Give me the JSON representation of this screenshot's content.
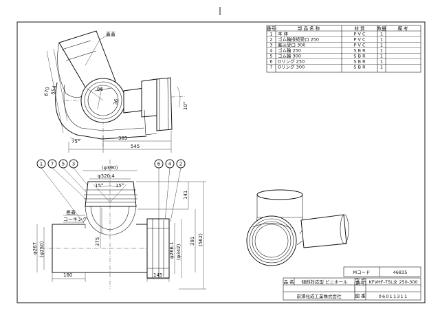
{
  "parts_table": {
    "headers": [
      "番号",
      "部 品 名 称",
      "材 質",
      "数量",
      "備 考"
    ],
    "rows": [
      {
        "no": "1",
        "name": "本 体",
        "material": "P V C",
        "qty": "1",
        "note": ""
      },
      {
        "no": "2",
        "name": "ゴム輪接続受口 250",
        "material": "P V C",
        "qty": "1",
        "note": ""
      },
      {
        "no": "3",
        "name": "差込受口 300",
        "material": "P V C",
        "qty": "1",
        "note": ""
      },
      {
        "no": "4",
        "name": "ゴム輪 250",
        "material": "S B R",
        "qty": "1",
        "note": ""
      },
      {
        "no": "5",
        "name": "ゴム輪 300",
        "material": "S B R",
        "qty": "1",
        "note": ""
      },
      {
        "no": "6",
        "name": "Oリング 250",
        "material": "S B R",
        "qty": "1",
        "note": ""
      },
      {
        "no": "7",
        "name": "Oリング 300",
        "material": "S B R",
        "qty": "1",
        "note": ""
      }
    ]
  },
  "side_view": {
    "label_cap": "蓋蓋",
    "dim_670": "670",
    "dim_554": "554",
    "dim_86": "86",
    "dim_36": "36",
    "dim_10deg": "10°",
    "dim_75deg": "75°",
    "dim_385": "385",
    "dim_545": "545"
  },
  "front_view": {
    "callouts": [
      "1",
      "7",
      "5",
      "3",
      "6",
      "4",
      "2"
    ],
    "dim_390": "(φ390)",
    "dim_3204": "φ320.4",
    "dim_15a": "15°",
    "dim_15b": "15°",
    "label_insert": "差蓋",
    "label_caulk": "コーキング",
    "dim_141": "141",
    "dim_391": "391",
    "dim_562": "(562)",
    "dim_375": "375",
    "dim_267": "φ267",
    "dim_250": "(φ250)",
    "dim_2661": "φ266.1",
    "dim_342": "(φ342)",
    "dim_180": "180",
    "dim_145": "145"
  },
  "title_block": {
    "mcode_label": "Mコード",
    "mcode_value": "46835",
    "name_label": "品 名",
    "name_value": "傾斜対応型 ビニホール",
    "model_label": "型 式\n(略号)",
    "model_label_l1": "型 式",
    "model_label_l2": "(略号)",
    "model_value": "KFVHF-75L文 250-300",
    "company": "前澤化成工業株式会社",
    "docno_label": "図 番",
    "docno_value": "06011311"
  }
}
